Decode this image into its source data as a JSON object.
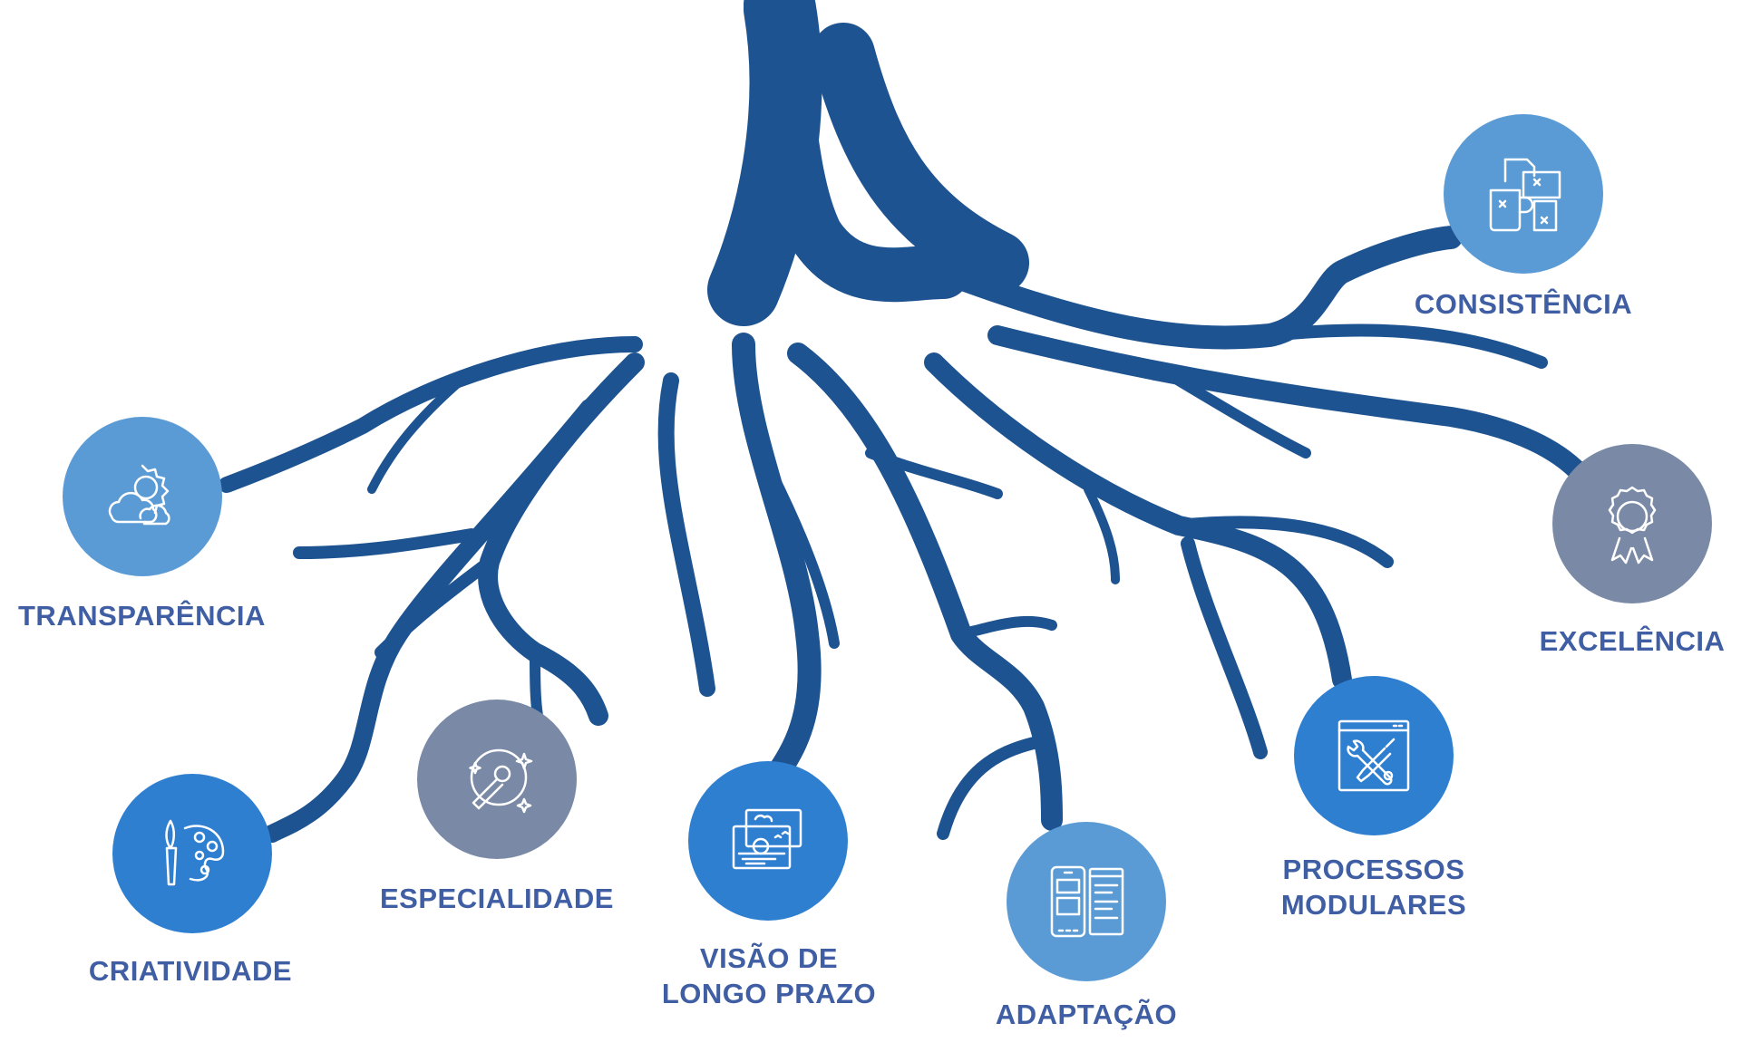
{
  "nodes": [
    {
      "id": "transparencia",
      "label": "TRANSPARÊNCIA",
      "icon": "sun-cloud-icon",
      "color": "#5b9bd5"
    },
    {
      "id": "criatividade",
      "label": "CRIATIVIDADE",
      "icon": "palette-icon",
      "color": "#2f7fd1"
    },
    {
      "id": "especialidade",
      "label": "ESPECIALIDADE",
      "icon": "magic-wand-icon",
      "color": "#7a8aa6"
    },
    {
      "id": "visao",
      "label": "VISÃO DE\nLONGO PRAZO",
      "icon": "landscape-images-icon",
      "color": "#2f7fd1"
    },
    {
      "id": "adaptacao",
      "label": "ADAPTAÇÃO",
      "icon": "mobile-layout-icon",
      "color": "#5b9bd5"
    },
    {
      "id": "processos",
      "label": "PROCESSOS\nMODULARES",
      "icon": "tools-window-icon",
      "color": "#2f7fd1"
    },
    {
      "id": "excelencia",
      "label": "EXCELÊNCIA",
      "icon": "award-ribbon-icon",
      "color": "#7a8aa6"
    },
    {
      "id": "consistencia",
      "label": "CONSISTÊNCIA",
      "icon": "brand-mockups-icon",
      "color": "#5b9bd5"
    }
  ],
  "colors": {
    "root": "#1d5390",
    "label": "#3f5ea3",
    "icon_stroke": "#ffffff"
  }
}
